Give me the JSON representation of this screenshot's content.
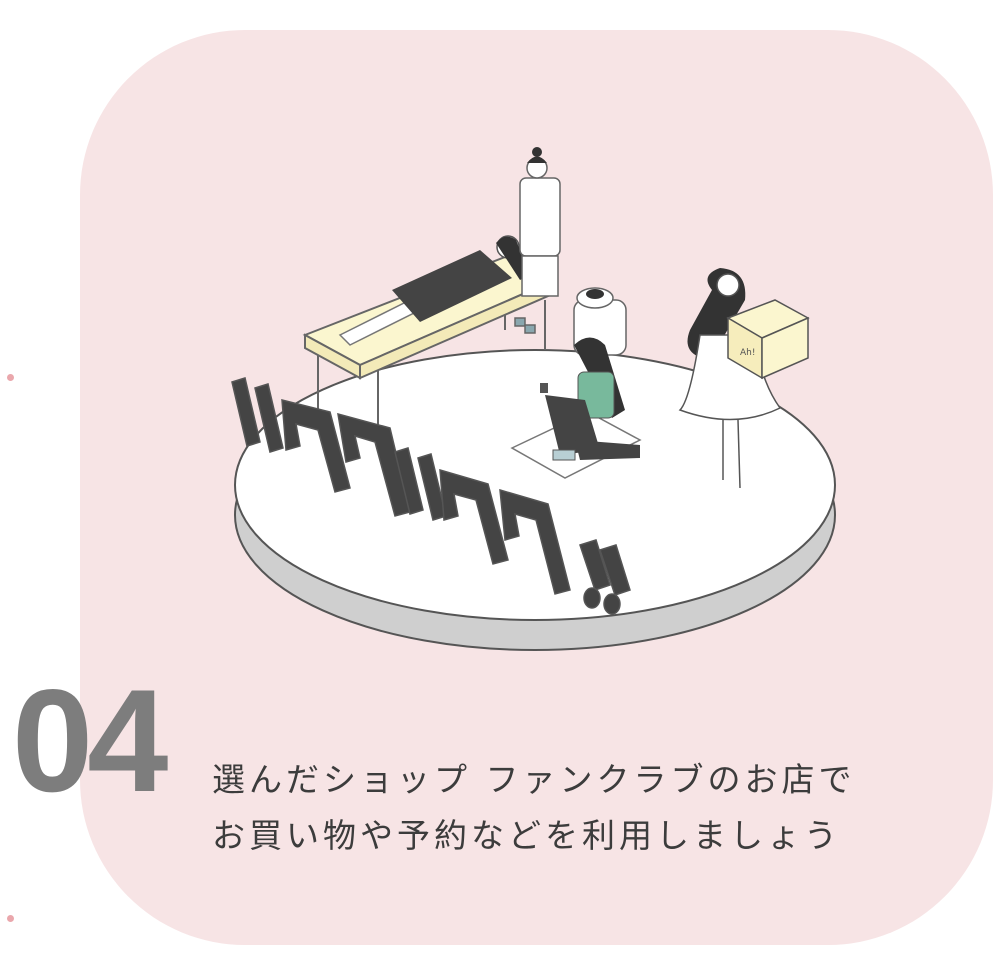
{
  "step": {
    "number": "04",
    "description_lines": [
      "選んだショップ ファンクラブのお店で",
      "お買い物や予約などを利用しましょう"
    ]
  },
  "illustration": {
    "onomatopoeia": "ワクワク!!",
    "box_label": "Ah!"
  },
  "colors": {
    "card_background": "#f7e4e5",
    "number_color": "#7d7d7d",
    "text_color": "#3c3c3c",
    "accent_dot": "#eaa7ac",
    "table_yellow": "#fbf6cf",
    "shirt_green": "#78b99c",
    "dark_fill": "#444444"
  }
}
